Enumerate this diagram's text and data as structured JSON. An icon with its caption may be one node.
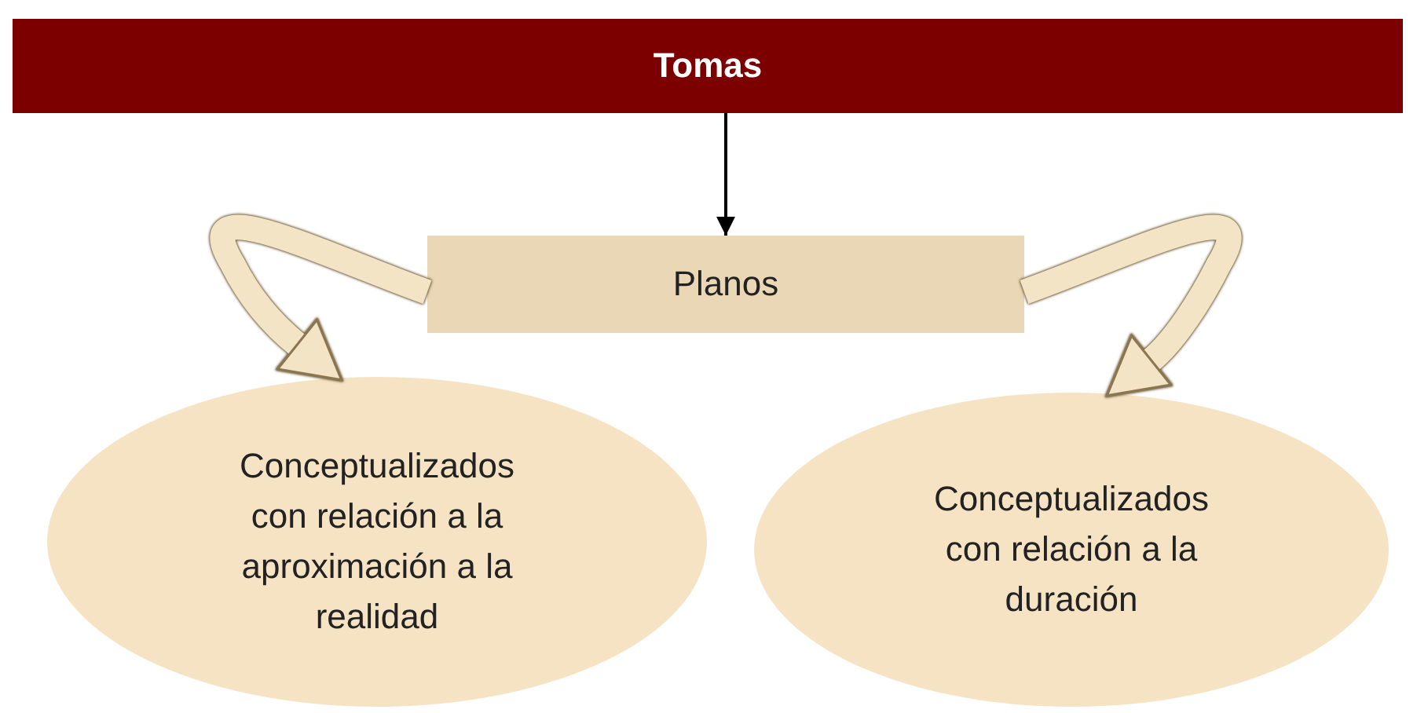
{
  "diagram": {
    "nodes": [
      {
        "text": [
          "Tomas"
        ]
      },
      {
        "text": [
          "Planos"
        ]
      },
      {
        "text": [
          "Conceptualizados con relación a la aproximación a la realidad"
        ]
      },
      {
        "text": [
          "Conceptualizados con relación a la duración"
        ]
      }
    ],
    "edges": [
      {
        "from": 0,
        "to": 1,
        "arrow": "to",
        "color": "#000000"
      },
      {
        "from": 1,
        "to": 2,
        "arrow": "to"
      },
      {
        "from": 1,
        "to": 3,
        "arrow": "to"
      }
    ]
  }
}
